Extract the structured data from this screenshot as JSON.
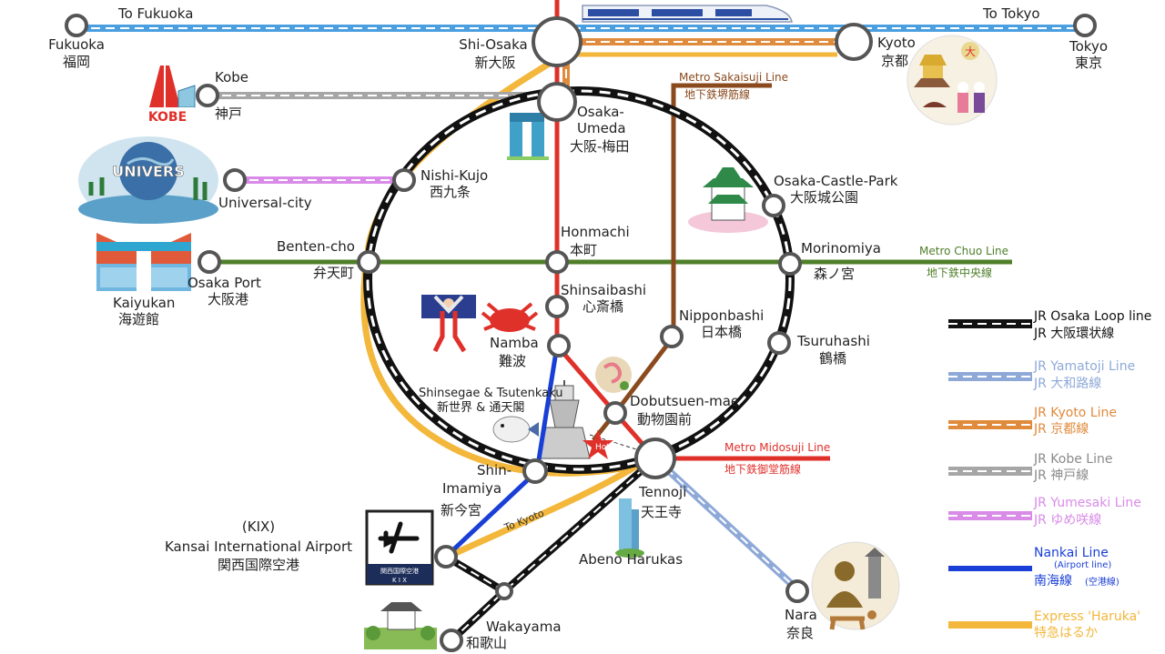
{
  "lines": {
    "loop": {
      "name": "JR Osaka Loop line",
      "name_ja": "JR 大阪環状線",
      "color": "#111111",
      "dash": "#ffffff"
    },
    "yamatoji": {
      "name": "JR Yamatoji Line",
      "name_ja": "JR 大和路線",
      "color": "#8ea9d8",
      "dash": "#ffffff"
    },
    "kyoto": {
      "name": "JR Kyoto Line",
      "name_ja": "JR 京都線",
      "color": "#e08a3c",
      "dash": "#ffffff"
    },
    "kobe": {
      "name": "JR Kobe Line",
      "name_ja": "JR 神戸線",
      "color": "#a6a6a6",
      "dash": "#ffffff"
    },
    "yumesaki": {
      "name": "JR Yumesaki Line",
      "name_ja": "JR ゆめ咲線",
      "color": "#d98be8",
      "dash": "#ffffff"
    },
    "nankai": {
      "name": "Nankai Line",
      "sub": "(Airport line)",
      "name_ja": "南海線",
      "sub_ja": "(空港線)",
      "color": "#1a3fd6"
    },
    "haruka": {
      "name": "Express 'Haruka'",
      "name_ja": "特急はるか",
      "color": "#f3b73b"
    },
    "shinkansen": {
      "color": "#4a9fe0"
    },
    "midosuji": {
      "name": "Metro Midosuji Line",
      "name_ja": "地下鉄御堂筋線",
      "color": "#e0302a"
    },
    "sakaisuji": {
      "name": "Metro Sakaisuji Line",
      "name_ja": "地下鉄堺筋線",
      "color": "#8a4a1e"
    },
    "chuo": {
      "name": "Metro Chuo Line",
      "name_ja": "地下鉄中央線",
      "color": "#4f7f2a"
    }
  },
  "directions": {
    "to_fukuoka": "To Fukuoka",
    "to_tokyo": "To Tokyo",
    "to_kyoto": "To Kyoto"
  },
  "stations": {
    "fukuoka": {
      "en": "Fukuoka",
      "ja": "福岡"
    },
    "tokyo": {
      "en": "Tokyo",
      "ja": "東京"
    },
    "shin_osaka": {
      "en": "Shi-Osaka",
      "ja": "新大阪"
    },
    "kyoto": {
      "en": "Kyoto",
      "ja": "京都"
    },
    "kobe": {
      "en": "Kobe",
      "ja": "神戸"
    },
    "osaka_umeda": {
      "en1": "Osaka-",
      "en2": "Umeda",
      "ja": "大阪-梅田"
    },
    "nishi_kujo": {
      "en": "Nishi-Kujo",
      "ja": "西九条"
    },
    "universal_city": {
      "en": "Universal-city"
    },
    "osaka_castle_park": {
      "en": "Osaka-Castle-Park",
      "ja": "大阪城公園"
    },
    "honmachi": {
      "en": "Honmachi",
      "ja": "本町"
    },
    "benten_cho": {
      "en": "Benten-cho",
      "ja": "弁天町"
    },
    "osaka_port": {
      "en": "Osaka Port",
      "ja": "大阪港"
    },
    "kaiyukan": {
      "en": "Kaiyukan",
      "ja": "海遊館"
    },
    "morinomiya": {
      "en": "Morinomiya",
      "ja": "森ノ宮"
    },
    "shinsaibashi": {
      "en": "Shinsaibashi",
      "ja": "心斎橋"
    },
    "nipponbashi": {
      "en": "Nipponbashi",
      "ja": "日本橋"
    },
    "tsuruhashi": {
      "en": "Tsuruhashi",
      "ja": "鶴橋"
    },
    "namba": {
      "en": "Namba",
      "ja": "難波"
    },
    "shinsegae": {
      "en": "Shinsegae & Tsutenkaku",
      "ja": "新世界 & 通天閣"
    },
    "dobutsuen_mae": {
      "en": "Dobutsuen-mae",
      "ja": "動物園前"
    },
    "shin_imamiya": {
      "en1": "Shin-",
      "en2": "Imamiya",
      "ja": "新今宮"
    },
    "tennoji": {
      "en": "Tennoji",
      "ja": "天王寺"
    },
    "abeno_harukas": {
      "en": "Abeno Harukas"
    },
    "kix": {
      "code": "(KIX)",
      "en": "Kansai International Airport",
      "ja": "関西国際空港"
    },
    "nara": {
      "en": "Nara",
      "ja": "奈良"
    },
    "wakayama": {
      "en": "Wakayama",
      "ja": "和歌山"
    }
  },
  "hotel": "Hotel",
  "kix_sign": {
    "ja": "関西国際空港",
    "code": "K I X"
  },
  "usj_sign": "UNIVERS",
  "kobe_sign": "KOBE",
  "kyoto_badge": "大"
}
